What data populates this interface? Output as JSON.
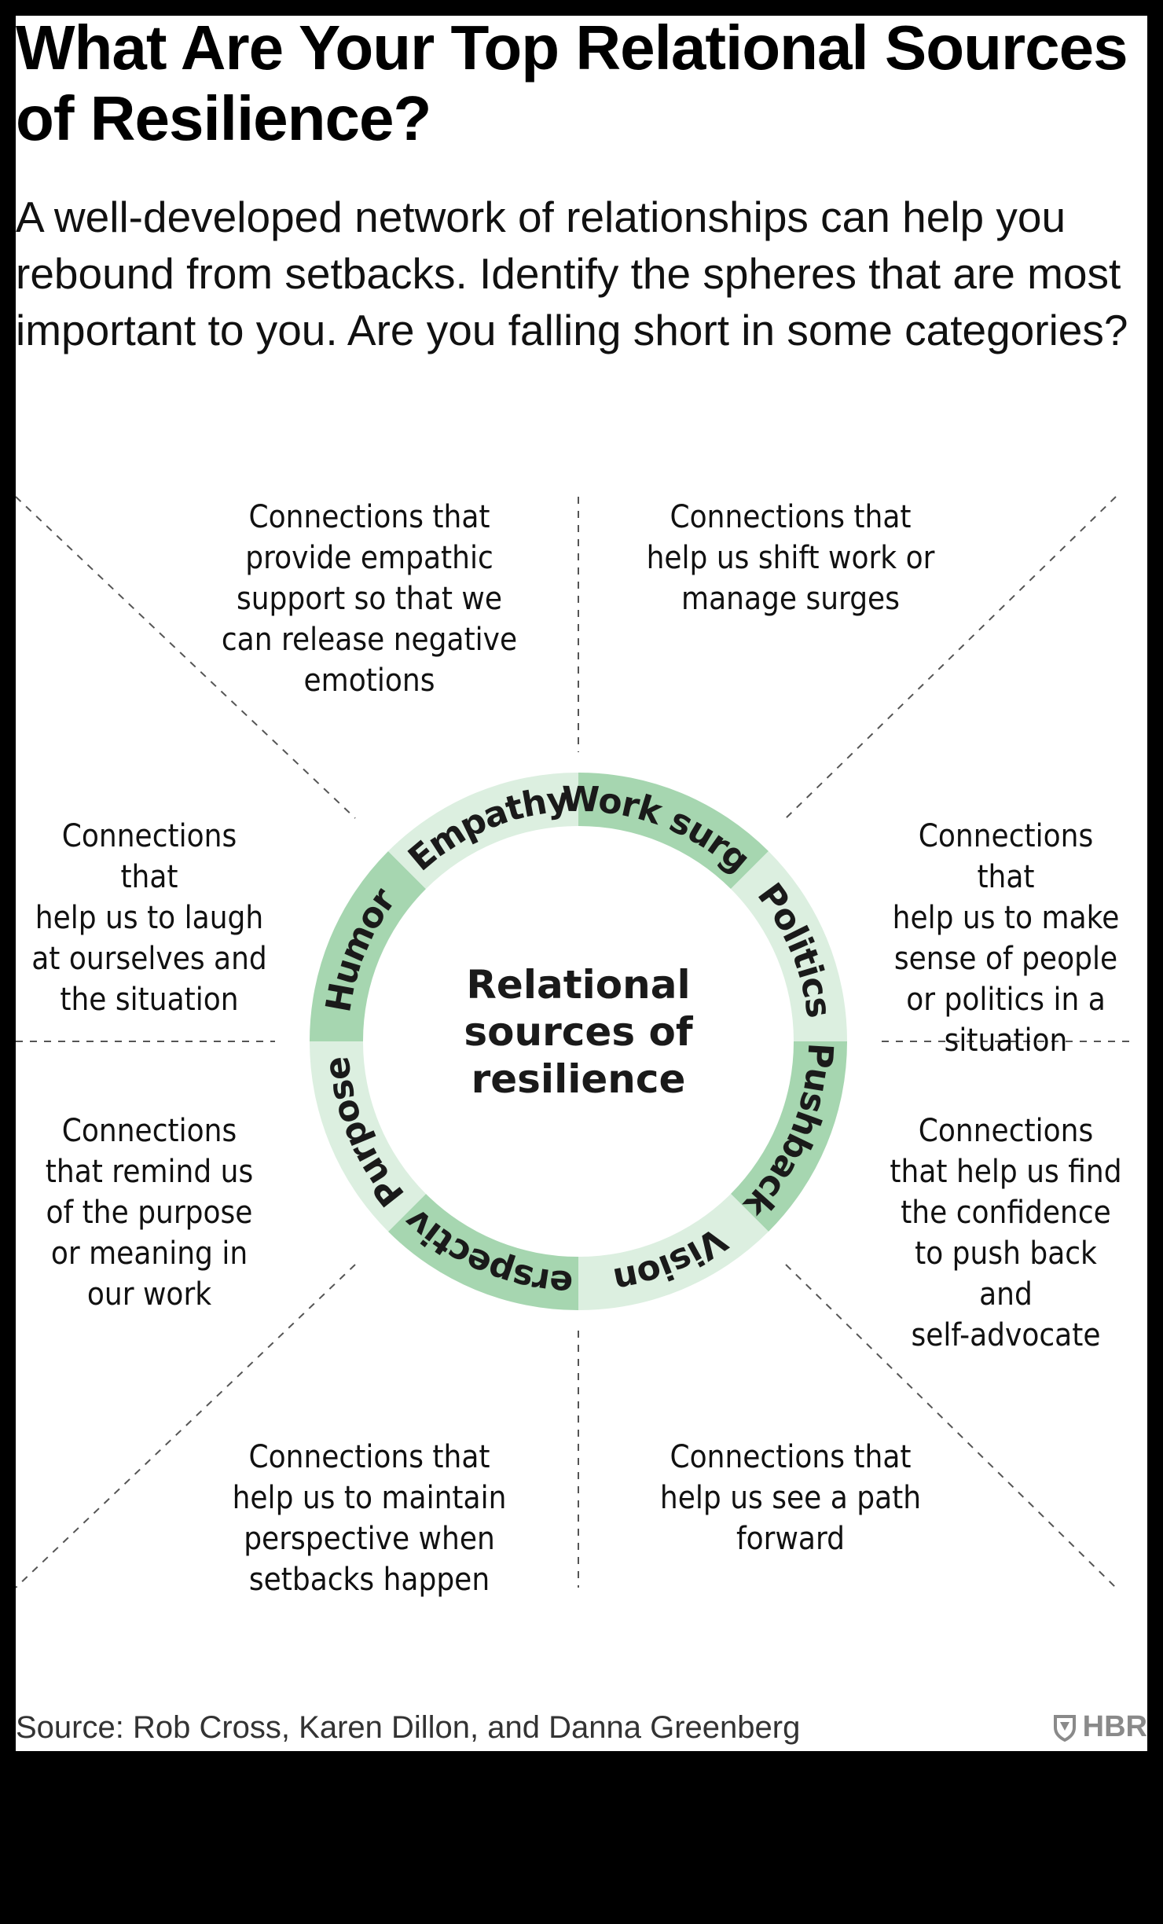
{
  "title": "What Are Your Top Relational Sources of Resilience?",
  "subtitle": "A well-developed network of relationships can help you rebound from setbacks. Identify the spheres that are most important to you. Are you falling short in some categories?",
  "center_label": [
    "Relational",
    "sources of",
    "resilience"
  ],
  "segments": [
    {
      "label": "Work surge",
      "shade": "dark"
    },
    {
      "label": "Politics",
      "shade": "light"
    },
    {
      "label": "Pushback",
      "shade": "dark"
    },
    {
      "label": "Vision",
      "shade": "light"
    },
    {
      "label": "Perspective",
      "shade": "dark"
    },
    {
      "label": "Purpose",
      "shade": "light"
    },
    {
      "label": "Humor",
      "shade": "dark"
    },
    {
      "label": "Empathy",
      "shade": "light"
    }
  ],
  "descriptions": {
    "work_surge": "Connections that\nhelp us shift work or\nmanage surges",
    "politics": "Connections that\nhelp us to make\nsense of people\nor politics in a\nsituation",
    "pushback": "Connections\nthat help us find\nthe confidence\nto push back and\nself-advocate",
    "vision": "Connections that\nhelp us see a path\nforward",
    "perspective": "Connections that\nhelp us to maintain\nperspective when\nsetbacks happen",
    "purpose": "Connections\nthat remind us\nof the purpose\nor meaning in\nour work",
    "humor": "Connections that\nhelp us to laugh\nat ourselves and\nthe situation",
    "empathy": "Connections that\nprovide empathic\nsupport so that we\ncan release negative\nemotions"
  },
  "source": "Source: Rob Cross, Karen Dillon, and Danna Greenberg",
  "brand": "HBR",
  "colors": {
    "dark_segment": "#a6d6b0",
    "light_segment": "#dcefe0",
    "divider": "#555555"
  }
}
